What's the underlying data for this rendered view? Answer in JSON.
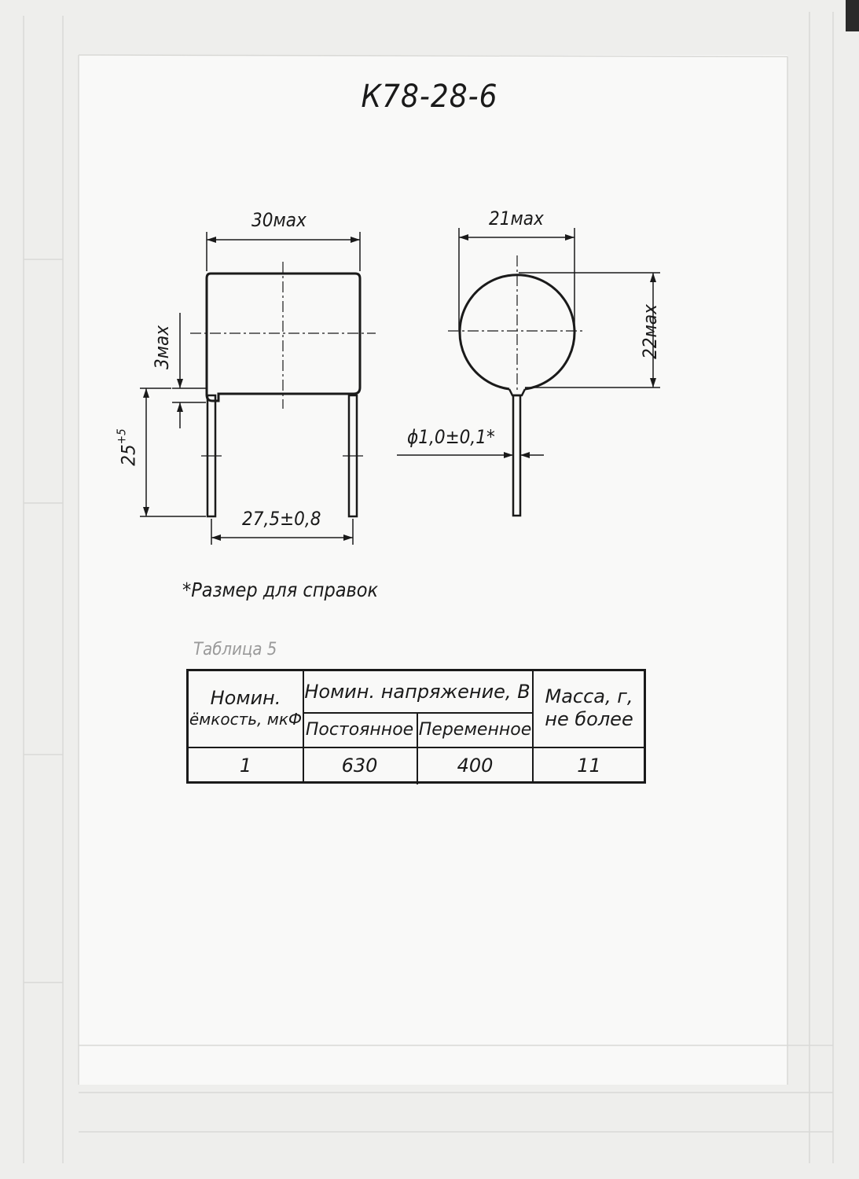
{
  "title": "К78-28-6",
  "dimensions": {
    "width_front": "30мах",
    "width_side": "21мах",
    "height_side": "22мах",
    "gap": "3мах",
    "lead_length": "25",
    "lead_tolerance": "+5",
    "lead_pitch": "27,5±0,8",
    "lead_diameter": "ϕ1,0±0,1*"
  },
  "note": "*Размер для справок",
  "table_caption": "Таблица 5",
  "table": {
    "col_capacity": [
      "Номин.",
      "ёмкость, мкФ"
    ],
    "col_voltage": "Номин. напряжение, В",
    "col_dc": "Постоянное",
    "col_ac": "Переменное",
    "col_mass": [
      "Масса, г,",
      "не более"
    ],
    "row": {
      "capacity": "1",
      "dc": "630",
      "ac": "400",
      "mass": "11"
    }
  }
}
